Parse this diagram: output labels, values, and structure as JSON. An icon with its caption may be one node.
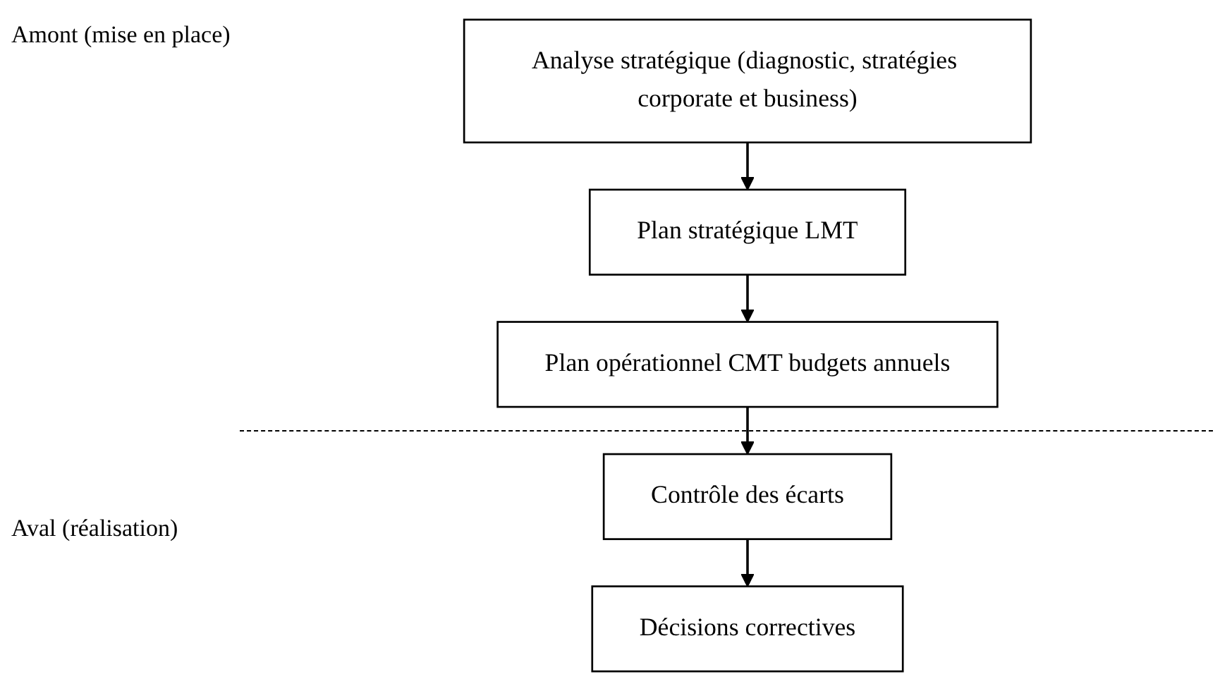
{
  "diagram": {
    "nodes": [
      {
        "text": [
          "Analyse stratégique (diagnostic, stratégies corporate et business)"
        ]
      },
      {
        "text": [
          "Plan stratégique LMT"
        ]
      },
      {
        "text": [
          "Plan opérationnel CMT budgets annuels"
        ]
      },
      {
        "text": [
          "Contrôle des écarts"
        ]
      },
      {
        "text": [
          "Décisions correctives"
        ]
      }
    ],
    "edges": [
      {
        "from": 0,
        "to": 1,
        "arrow": "to"
      },
      {
        "from": 1,
        "to": 2,
        "arrow": "to"
      },
      {
        "from": 2,
        "to": 3,
        "arrow": "to"
      },
      {
        "from": 3,
        "to": 4,
        "arrow": "to"
      }
    ],
    "labels": [
      "Amont (mise en place)",
      "Aval (réalisation)"
    ]
  }
}
